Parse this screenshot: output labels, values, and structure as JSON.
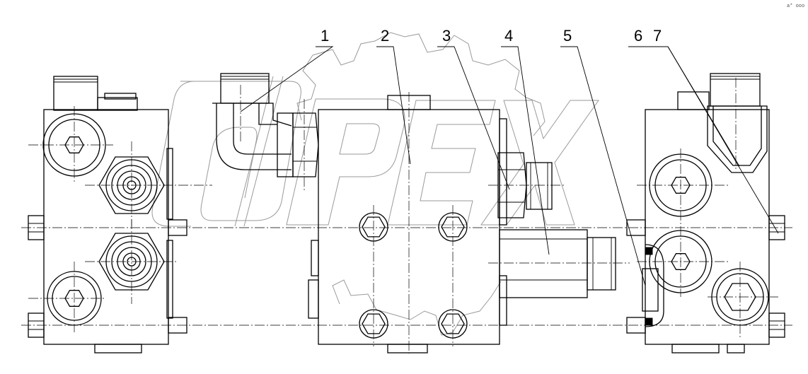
{
  "callouts": [
    {
      "label": "1"
    },
    {
      "label": "2"
    },
    {
      "label": "3"
    },
    {
      "label": "4"
    },
    {
      "label": "5"
    },
    {
      "label": "6"
    },
    {
      "label": "7"
    }
  ],
  "watermark": "OPEX",
  "corner_mark": "a* ooo",
  "colors": {
    "line": "#000000",
    "watermark": "#9a9a9a",
    "background": "#ffffff"
  }
}
